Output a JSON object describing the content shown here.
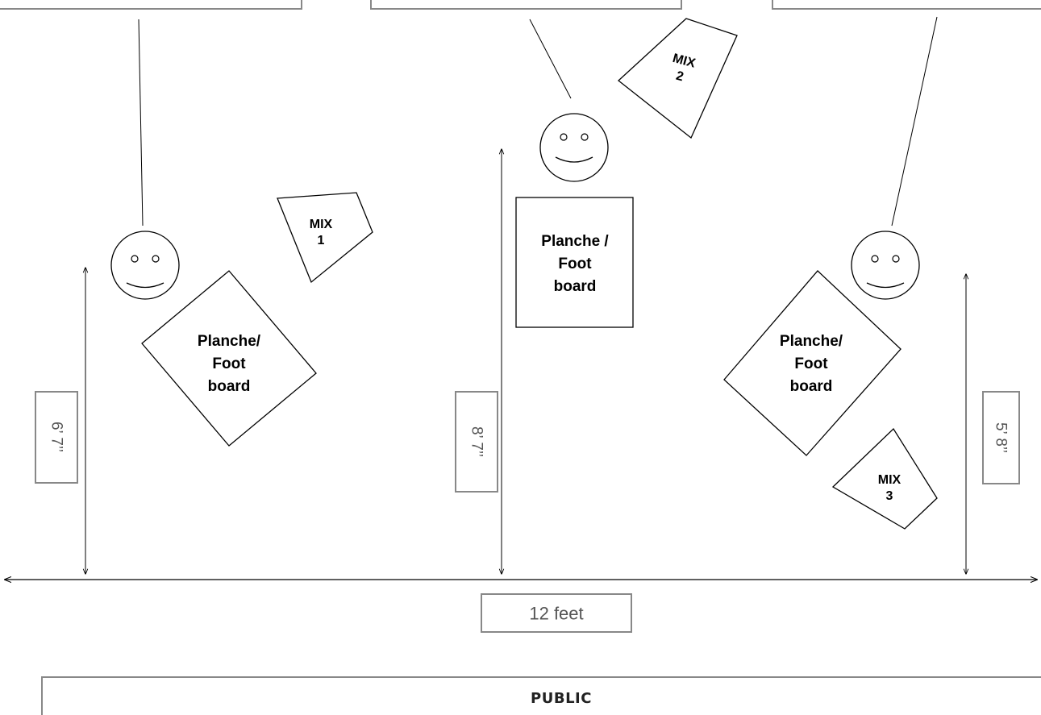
{
  "colors": {
    "stroke": "#000000",
    "box_border": "#888888",
    "dim_text": "#555555"
  },
  "labels": {
    "mix_1": [
      "MIX",
      "1"
    ],
    "mix_2": [
      "MIX",
      "2"
    ],
    "mix_3": [
      "MIX",
      "3"
    ],
    "footboard_left": [
      "Planche/",
      "Foot",
      "board"
    ],
    "footboard_center": [
      "Planche /",
      "Foot",
      "board"
    ],
    "footboard_right": [
      "Planche/",
      "Foot",
      "board"
    ]
  },
  "dimensions": {
    "left_height": "6’ 7’’",
    "center_height": "8’ 7’’",
    "right_height": "5’ 8’’",
    "width": "12 feet"
  },
  "audience": {
    "label": "PUBLIC"
  }
}
